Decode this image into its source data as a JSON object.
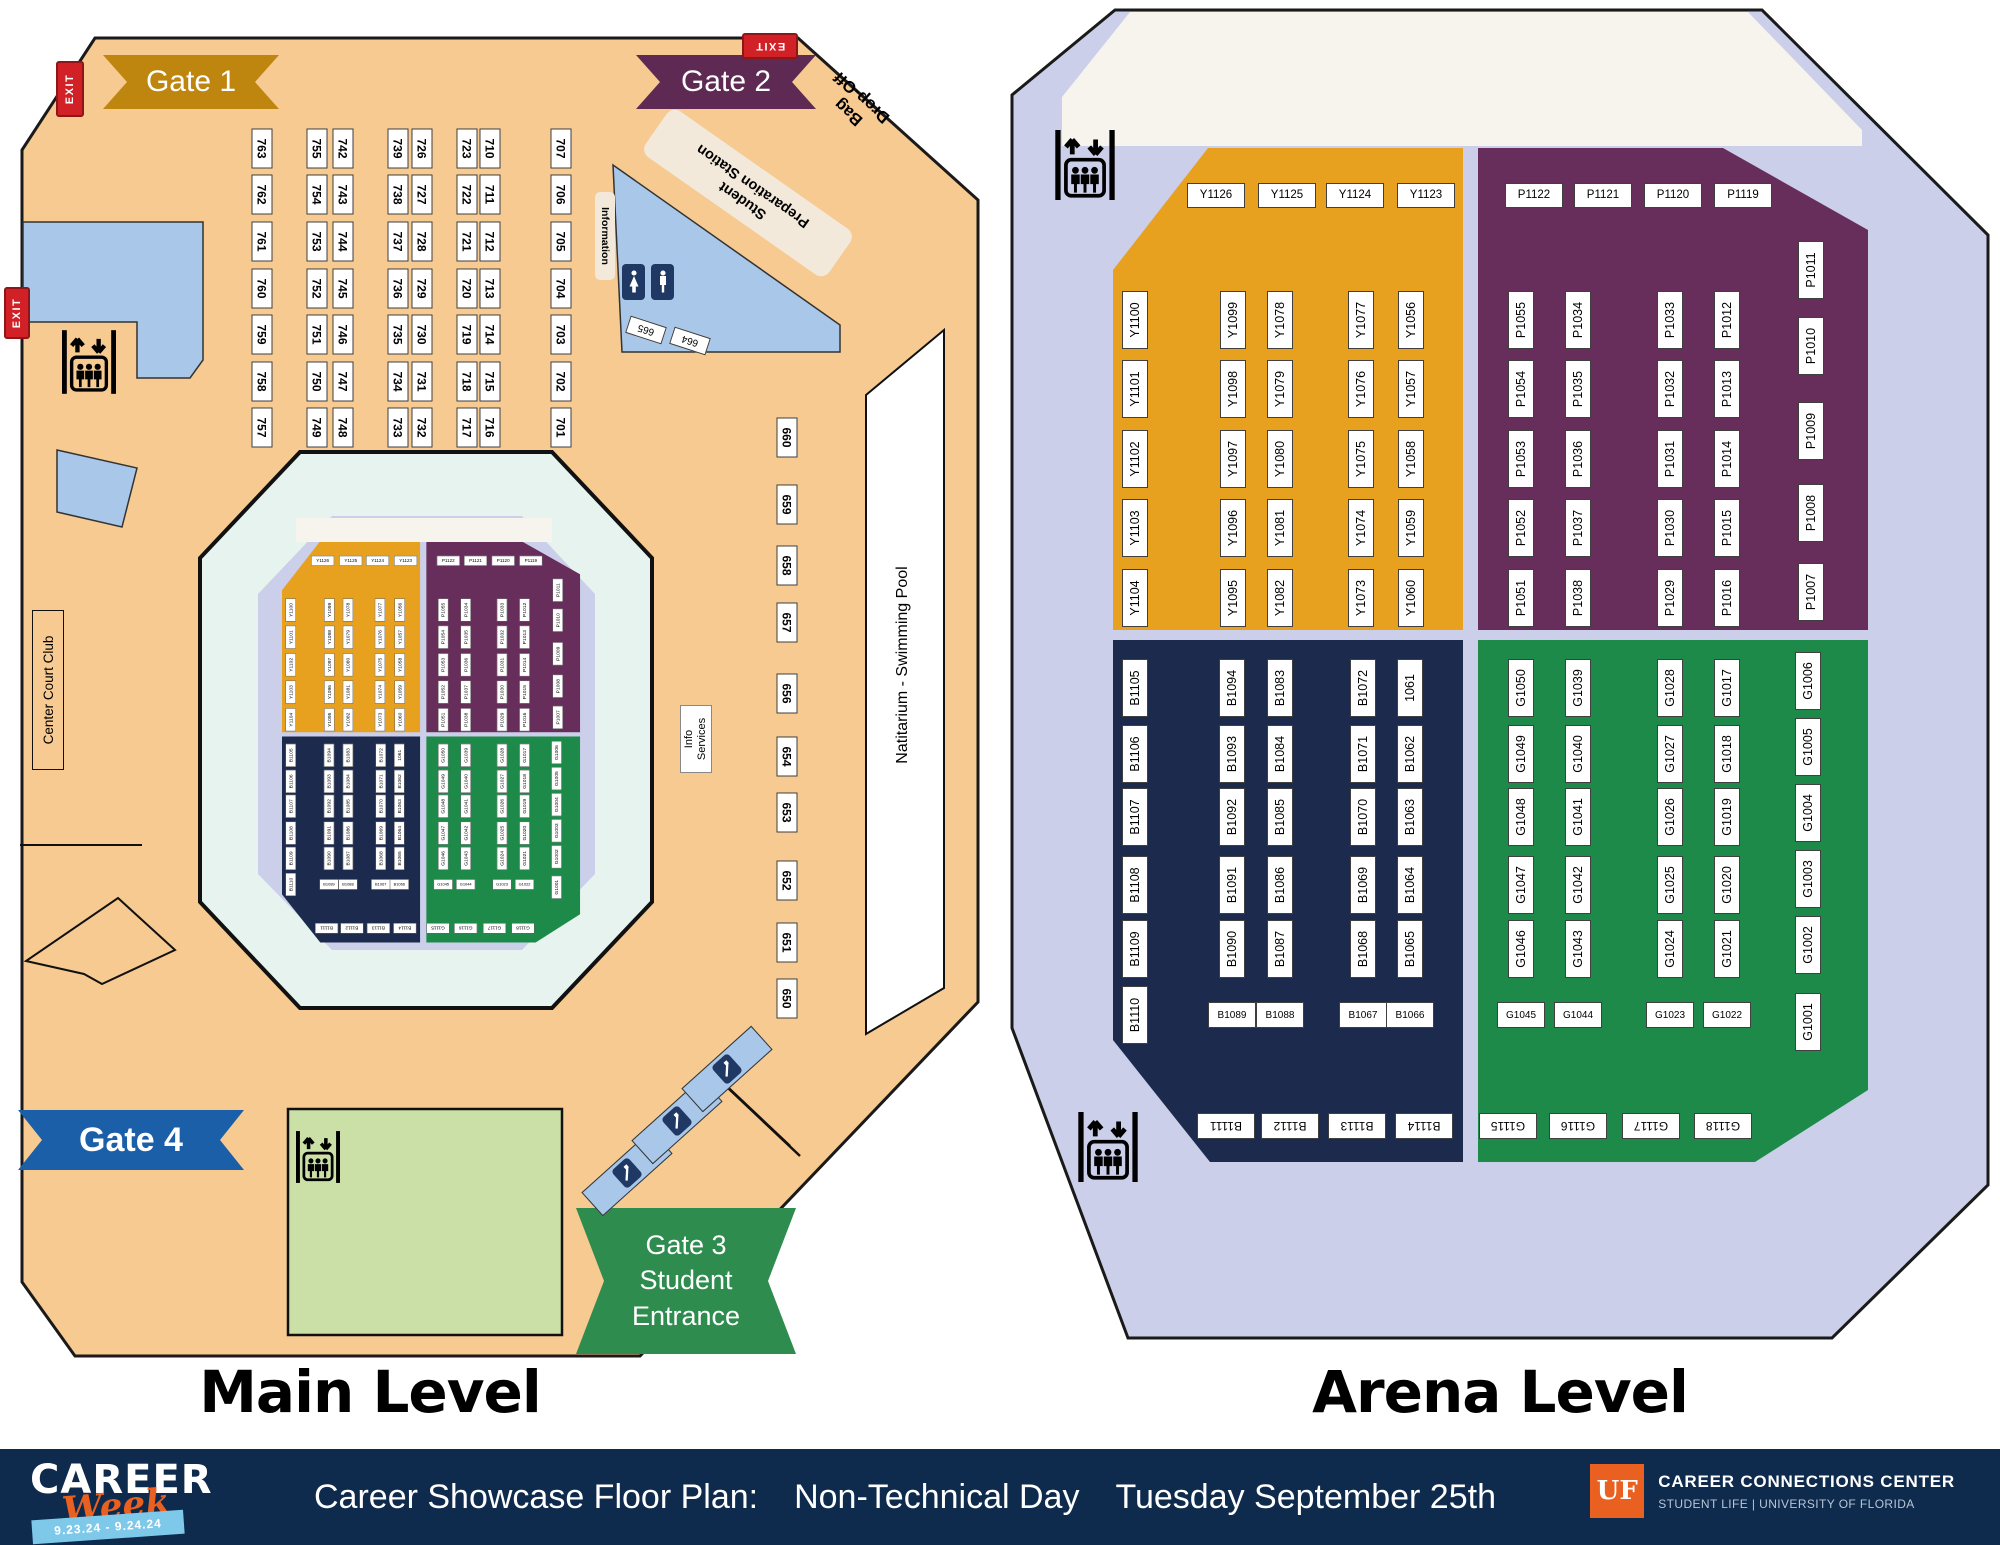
{
  "titles": {
    "main": "Main Level",
    "arena": "Arena Level"
  },
  "footer": {
    "logo_line1": "CAREER",
    "logo_line2": "Week",
    "logo_dates": "9.23.24 - 9.24.24",
    "caption": {
      "prefix": "Career Showcase Floor Plan:",
      "day": "Non-Technical Day",
      "date": "Tuesday September 25th"
    },
    "uf_monog": "UF",
    "uf_line1": "CAREER CONNECTIONS CENTER",
    "uf_line2": "STUDENT LIFE | UNIVERSITY OF FLORIDA"
  },
  "main_level": {
    "gates": {
      "gate1": "Gate 1",
      "gate2": "Gate 2",
      "gate4": "Gate 4",
      "gate3_lines": [
        "Gate 3",
        "Student",
        "Entrance"
      ]
    },
    "labels": {
      "exit": "EXIT",
      "bag_line1": "Bag",
      "bag_line2": "Drop-Off",
      "prep_line1": "Student",
      "prep_line2": "Preparation Station",
      "information": "Information",
      "info_line1": "Info",
      "info_line2": "Services",
      "center_court": "Center Court Club",
      "pool": "Natitarium - Swimming Pool"
    },
    "booth_columns": [
      [
        "763",
        "762",
        "761",
        "760",
        "759",
        "758",
        "757"
      ],
      [
        "755",
        "754",
        "753",
        "752",
        "751",
        "750",
        "749"
      ],
      [
        "742",
        "743",
        "744",
        "745",
        "746",
        "747",
        "748"
      ],
      [
        "739",
        "738",
        "737",
        "736",
        "735",
        "734",
        "733"
      ],
      [
        "726",
        "727",
        "728",
        "729",
        "730",
        "731",
        "732"
      ],
      [
        "723",
        "722",
        "721",
        "720",
        "719",
        "718",
        "717"
      ],
      [
        "710",
        "711",
        "712",
        "713",
        "714",
        "715",
        "716"
      ],
      [
        "707",
        "706",
        "705",
        "704",
        "703",
        "702",
        "701"
      ]
    ],
    "right_column": [
      "660",
      "659",
      "658",
      "657",
      "656",
      "654",
      "653",
      "652",
      "651",
      "650"
    ],
    "corner_booths": [
      "665",
      "664"
    ]
  },
  "arena": {
    "quadrants": {
      "Y": {
        "header": [
          "Y1126",
          "Y1125",
          "Y1124",
          "Y1123"
        ],
        "cols": [
          [
            "Y1100",
            "Y1101",
            "Y1102",
            "Y1103",
            "Y1104"
          ],
          [
            "Y1099",
            "Y1098",
            "Y1097",
            "Y1096",
            "Y1095"
          ],
          [
            "Y1078",
            "Y1079",
            "Y1080",
            "Y1081",
            "Y1082"
          ],
          [
            "Y1077",
            "Y1076",
            "Y1075",
            "Y1074",
            "Y1073"
          ],
          [
            "Y1056",
            "Y1057",
            "Y1058",
            "Y1059",
            "Y1060"
          ]
        ]
      },
      "P": {
        "header": [
          "P1122",
          "P1121",
          "P1120",
          "P1119"
        ],
        "cols": [
          [
            "P1055",
            "P1054",
            "P1053",
            "P1052",
            "P1051"
          ],
          [
            "P1034",
            "P1035",
            "P1036",
            "P1037",
            "P1038"
          ],
          [
            "P1033",
            "P1032",
            "P1031",
            "P1030",
            "P1029"
          ],
          [
            "P1012",
            "P1013",
            "P1014",
            "P1015",
            "P1016"
          ],
          [
            "P1011",
            "P1010",
            "P1009",
            "P1008",
            "P1007"
          ]
        ]
      },
      "B": {
        "cols": [
          [
            "B1105",
            "B1106",
            "B1107",
            "B1108",
            "B1109",
            "B1110"
          ],
          [
            "B1094",
            "B1093",
            "B1092",
            "B1091",
            "B1090",
            "B1089"
          ],
          [
            "B1083",
            "B1084",
            "B1085",
            "B1086",
            "B1087",
            "B1088"
          ],
          [
            "B1072",
            "B1071",
            "B1070",
            "B1069",
            "B1068",
            "B1067"
          ],
          [
            "1061",
            "B1062",
            "B1063",
            "B1064",
            "B1065",
            "B1066"
          ]
        ],
        "footer": [
          "B1111",
          "B1112",
          "B1113",
          "B1114"
        ]
      },
      "G": {
        "cols": [
          [
            "G1050",
            "G1049",
            "G1048",
            "G1047",
            "G1046",
            "G1045"
          ],
          [
            "G1039",
            "G1040",
            "G1041",
            "G1042",
            "G1043",
            "G1044"
          ],
          [
            "G1028",
            "G1027",
            "G1026",
            "G1025",
            "G1024",
            "G1023"
          ],
          [
            "G1017",
            "G1018",
            "G1019",
            "G1020",
            "G1021",
            "G1022"
          ],
          [
            "G1006",
            "G1005",
            "G1004",
            "G1003",
            "G1002",
            "G1001"
          ]
        ],
        "footer": [
          "G1115",
          "G1116",
          "G1117",
          "G1118"
        ]
      }
    }
  },
  "icons": {
    "elevator": "elevator-icon",
    "restroom_women": "restroom-women-icon",
    "restroom_men": "restroom-men-icon",
    "escalator": "escalator-icon"
  },
  "colors": {
    "beige": "#F6CA90",
    "lavender": "#CBCFE9",
    "mint": "#E7F3EF",
    "ivory": "#F7F4ED",
    "orange_quad": "#E8A01F",
    "purple_quad": "#672D5B",
    "navy_quad": "#1C2B4D",
    "green_quad": "#1E8A4A",
    "gate1": "#BE860E",
    "gate2": "#5E2A54",
    "gate3": "#2E8C4E",
    "gate4": "#1A5FA8",
    "exit_red": "#D22027",
    "light_blue": "#A9C7E9",
    "green_room": "#CBE0A6",
    "footer_navy": "#0E2A4D",
    "uf_orange": "#EA6020",
    "date_blue": "#7EC9EA"
  }
}
